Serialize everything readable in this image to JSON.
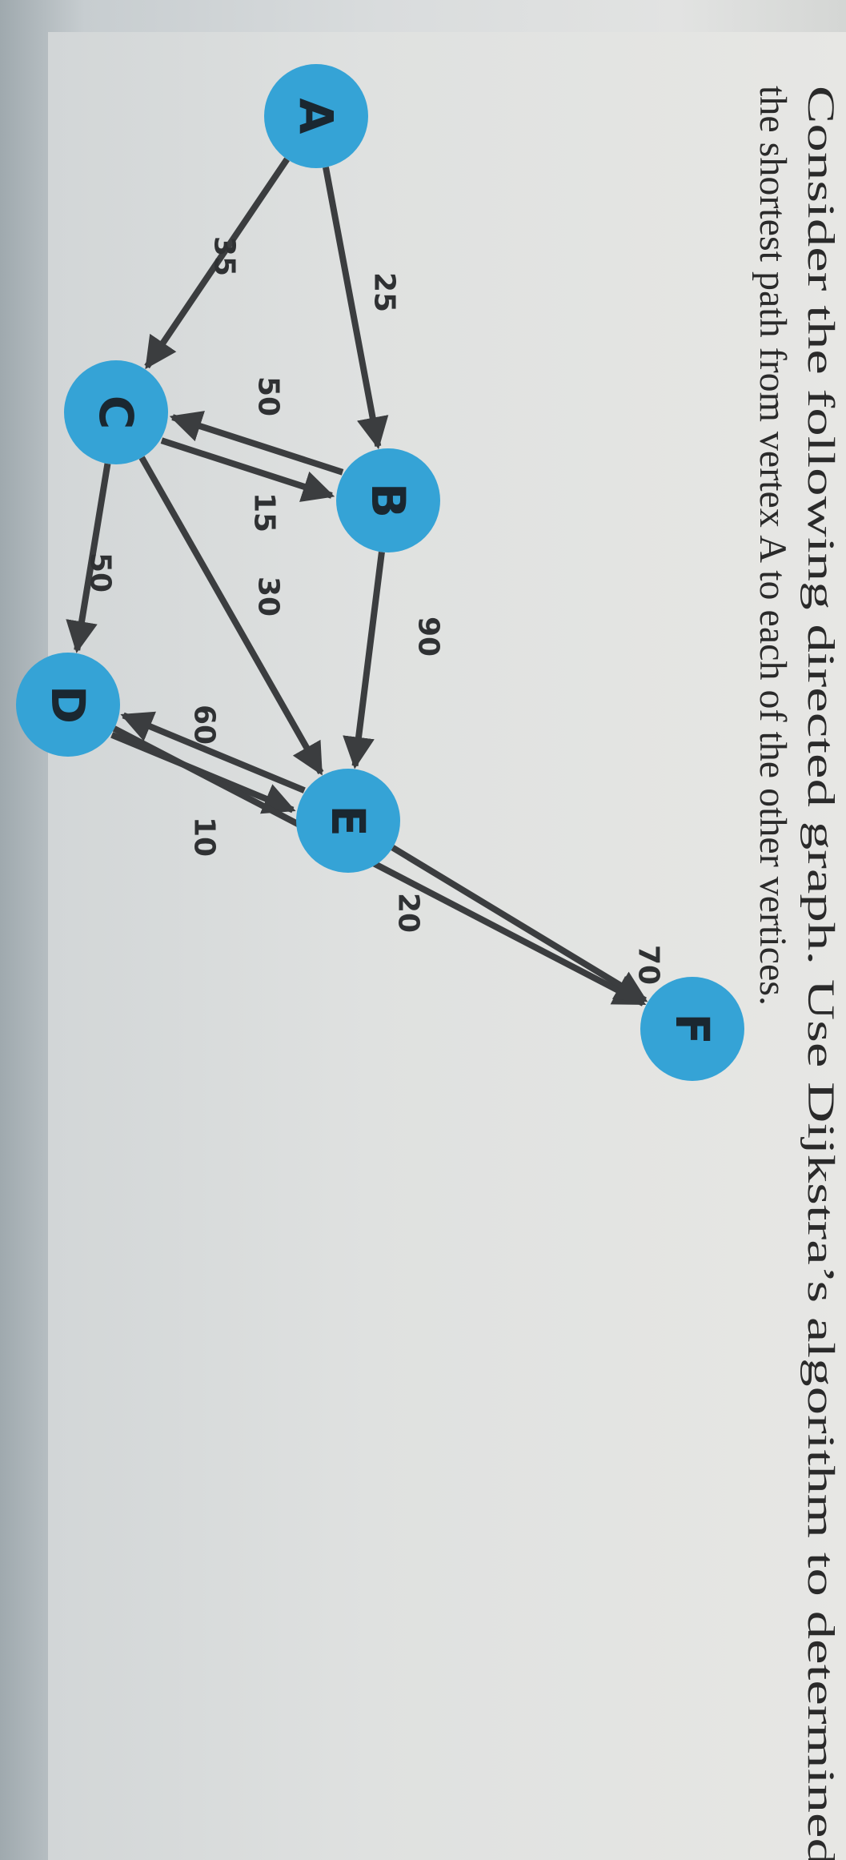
{
  "question": {
    "line1": "Consider the following directed graph. Use Dijkstra’s algorithm to determined",
    "line2": "the shortest path from vertex A to each of the other vertices."
  },
  "graph": {
    "nodes": [
      {
        "id": "A",
        "label": "A"
      },
      {
        "id": "B",
        "label": "B"
      },
      {
        "id": "C",
        "label": "C"
      },
      {
        "id": "D",
        "label": "D"
      },
      {
        "id": "E",
        "label": "E"
      },
      {
        "id": "F",
        "label": "F"
      }
    ],
    "edges": [
      {
        "from": "A",
        "to": "B",
        "weight": "25"
      },
      {
        "from": "A",
        "to": "C",
        "weight": "35"
      },
      {
        "from": "C",
        "to": "B",
        "weight": "50"
      },
      {
        "from": "B",
        "to": "C",
        "weight": "15"
      },
      {
        "from": "B",
        "to": "E",
        "weight": "90"
      },
      {
        "from": "C",
        "to": "E",
        "weight": "30"
      },
      {
        "from": "C",
        "to": "D",
        "weight": "50"
      },
      {
        "from": "D",
        "to": "E",
        "weight": "60"
      },
      {
        "from": "E",
        "to": "D",
        "weight": "10"
      },
      {
        "from": "D",
        "to": "F",
        "weight": "20"
      },
      {
        "from": "E",
        "to": "F",
        "weight": "70"
      }
    ]
  },
  "colors": {
    "node_fill": "#35a3d6",
    "edge": "#3b3d3f",
    "text": "#2a2a2a"
  }
}
